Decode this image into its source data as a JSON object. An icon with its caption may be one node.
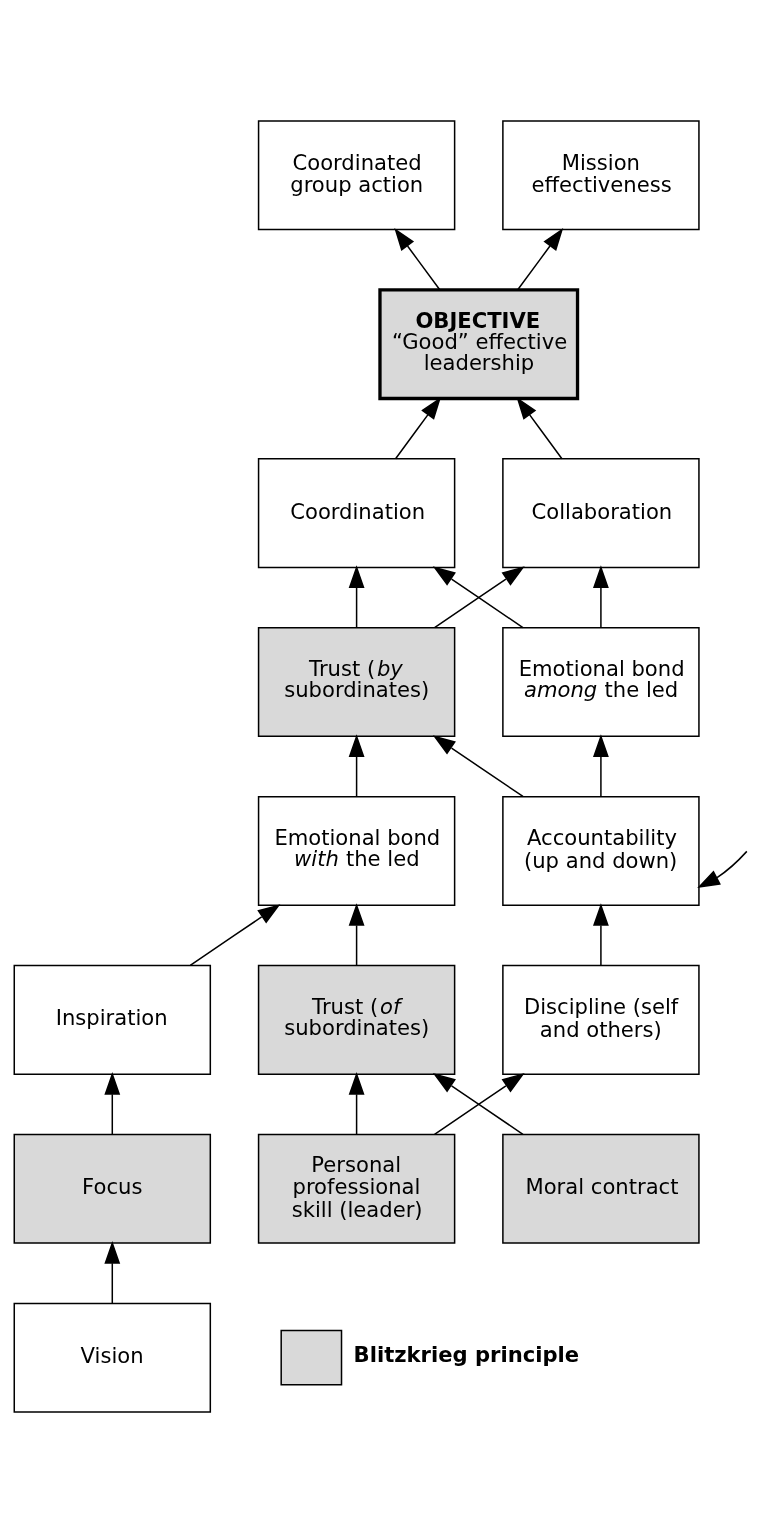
{
  "diagram": {
    "nodes": [
      {
        "text": [
          "Coordinated group action"
        ]
      },
      {
        "text": [
          "Mission effectiveness"
        ]
      },
      {
        "text": [
          "OBJECTIVE",
          "“Good” effective leadership"
        ]
      },
      {
        "text": [
          "Coordination"
        ]
      },
      {
        "text": [
          "Collaboration"
        ]
      },
      {
        "text": [
          "Trust (*by* subordinates)"
        ]
      },
      {
        "text": [
          "Emotional bond *among* the led"
        ]
      },
      {
        "text": [
          "Emotional bond *with* the led"
        ]
      },
      {
        "text": [
          "Accountability (up and down)"
        ]
      },
      {
        "text": [
          "Inspiration"
        ]
      },
      {
        "text": [
          "Trust (*of* subordinates)"
        ]
      },
      {
        "text": [
          "Discipline (self and others)"
        ]
      },
      {
        "text": [
          "Focus"
        ]
      },
      {
        "text": [
          "Personal professional skill (leader)"
        ]
      },
      {
        "text": [
          "Moral contract"
        ]
      },
      {
        "text": [
          "Vision"
        ]
      }
    ],
    "edges": [
      {
        "from": 2,
        "to": 0,
        "arrow": "to"
      },
      {
        "from": 2,
        "to": 1,
        "arrow": "to"
      },
      {
        "from": 3,
        "to": 2,
        "arrow": "to"
      },
      {
        "from": 4,
        "to": 2,
        "arrow": "to"
      },
      {
        "from": 5,
        "to": 3,
        "arrow": "to"
      },
      {
        "from": 5,
        "to": 4,
        "arrow": "to"
      },
      {
        "from": 6,
        "to": 3,
        "arrow": "to"
      },
      {
        "from": 6,
        "to": 4,
        "arrow": "to"
      },
      {
        "from": 7,
        "to": 5,
        "arrow": "to"
      },
      {
        "from": 8,
        "to": 5,
        "arrow": "to"
      },
      {
        "from": 8,
        "to": 6,
        "arrow": "to"
      },
      {
        "from": null,
        "to": 8,
        "arrow": "to"
      },
      {
        "from": 9,
        "to": 7,
        "arrow": "to"
      },
      {
        "from": 10,
        "to": 7,
        "arrow": "to"
      },
      {
        "from": 11,
        "to": 8,
        "arrow": "to"
      },
      {
        "from": 12,
        "to": 9,
        "arrow": "to"
      },
      {
        "from": 13,
        "to": 10,
        "arrow": "to"
      },
      {
        "from": 13,
        "to": 11,
        "arrow": "to"
      },
      {
        "from": 14,
        "to": 10,
        "arrow": "to"
      },
      {
        "from": 15,
        "to": 12,
        "arrow": "to"
      }
    ],
    "legend": [
      {
        "text": "Blitzkrieg principle",
        "color": "#d9d9d9"
      }
    ]
  }
}
